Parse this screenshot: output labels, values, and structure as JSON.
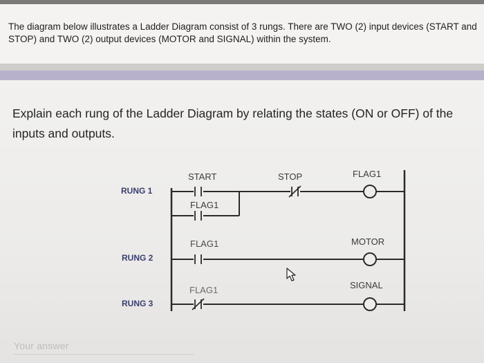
{
  "intro": {
    "text": "The diagram below illustrates a Ladder Diagram consist of 3 rungs. There are TWO (2) input devices (START and STOP) and TWO (2) output devices (MOTOR and SIGNAL) within the system."
  },
  "question": {
    "text": "Explain each rung of the Ladder Diagram by relating the states (ON or OFF) of the inputs and outputs."
  },
  "diagram": {
    "rungs": [
      {
        "label": "RUNG 1"
      },
      {
        "label": "RUNG 2"
      },
      {
        "label": "RUNG 3"
      }
    ],
    "contacts": {
      "start": "START",
      "stop": "STOP",
      "flag1_seal": "FLAG1",
      "flag1_rung2": "FLAG1",
      "flag1_rung3": "FLAG1"
    },
    "coils": {
      "flag1": "FLAG1",
      "motor": "MOTOR",
      "signal": "SIGNAL"
    }
  },
  "answer": {
    "placeholder": "Your answer"
  }
}
